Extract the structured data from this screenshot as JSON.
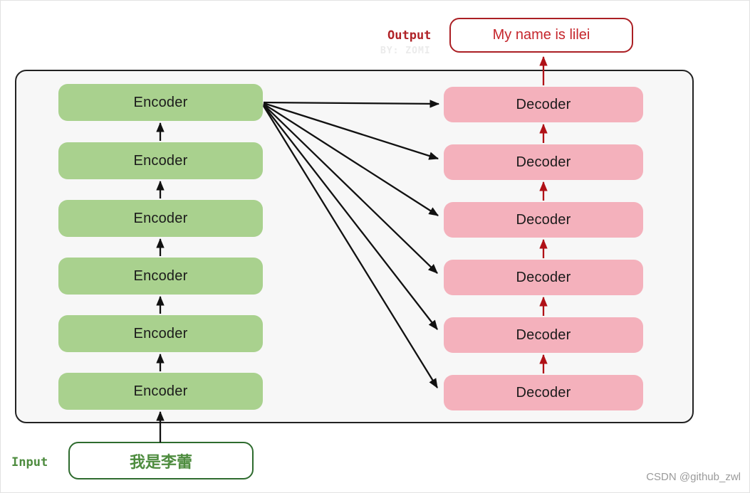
{
  "diagram": {
    "output_label": "Output",
    "input_label": "Input",
    "output_text": "My name is lilei",
    "input_text": "我是李蕾",
    "watermark_top": "BY: ZOMI",
    "watermark_bottom": "CSDN @github_zwl",
    "encoders": [
      {
        "label": "Encoder"
      },
      {
        "label": "Encoder"
      },
      {
        "label": "Encoder"
      },
      {
        "label": "Encoder"
      },
      {
        "label": "Encoder"
      },
      {
        "label": "Encoder"
      }
    ],
    "decoders": [
      {
        "label": "Decoder"
      },
      {
        "label": "Decoder"
      },
      {
        "label": "Decoder"
      },
      {
        "label": "Decoder"
      },
      {
        "label": "Decoder"
      },
      {
        "label": "Decoder"
      }
    ],
    "colors": {
      "encoder_fill": "#a9d18e",
      "decoder_fill": "#f4b1bc",
      "red_accent": "#b01117",
      "output_text_red": "#c5262c",
      "green_border": "#2e6b2e",
      "green_text": "#4e8c3f",
      "panel_bg": "#f7f7f7",
      "panel_border": "#222222",
      "black_arrow": "#111111",
      "watermark_gray": "#9a9a9a"
    }
  }
}
